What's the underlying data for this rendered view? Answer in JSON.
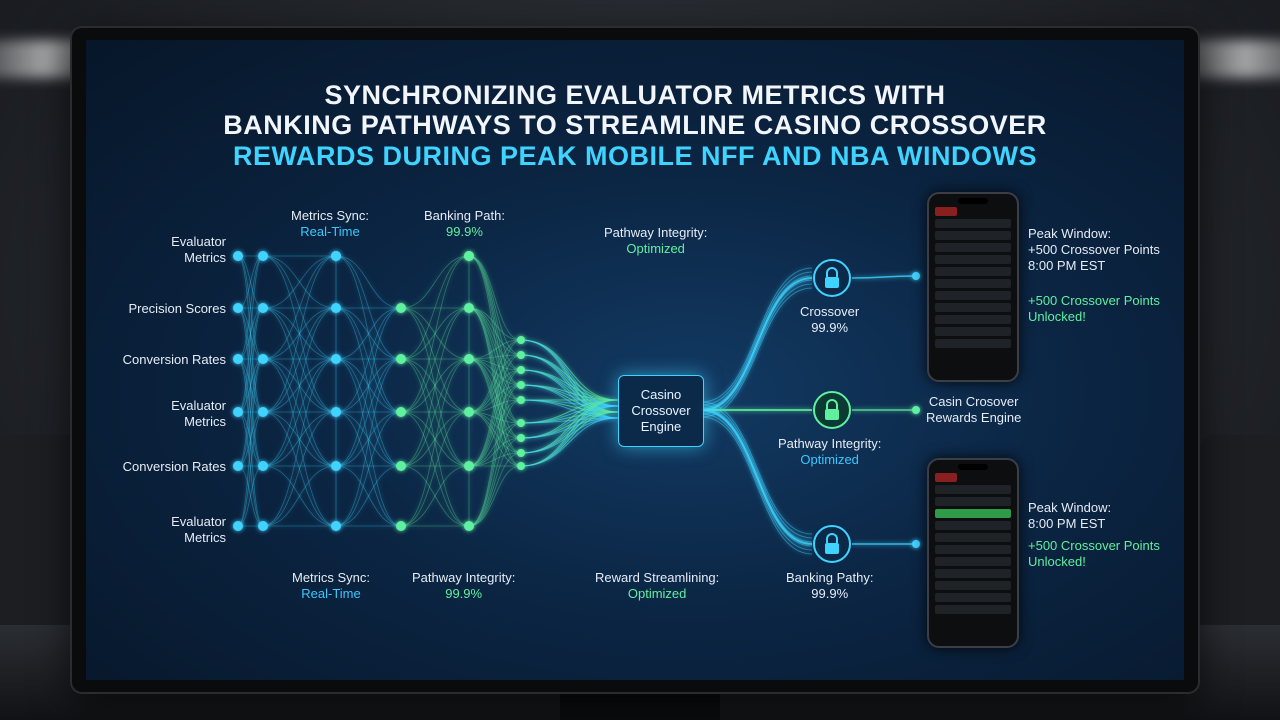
{
  "title": {
    "line1": "Synchronizing Evaluator Metrics with",
    "line2": "Banking Pathways to Streamline Casino Crossover",
    "line3": "Rewards During Peak Mobile NFF and NBA Windows"
  },
  "inputs": [
    {
      "label": "Evaluator\nMetrics"
    },
    {
      "label": "Precision Scores"
    },
    {
      "label": "Conversion Rates"
    },
    {
      "label": "Evaluator\nMetrics"
    },
    {
      "label": "Conversion Rates"
    },
    {
      "label": "Evaluator\nMetrics"
    }
  ],
  "top_labels": [
    {
      "name": "Metrics Sync:",
      "value": "Real-Time"
    },
    {
      "name": "Banking Path:",
      "value": "99.9%"
    },
    {
      "name": "Pathway Integrity:",
      "value": "Optimized"
    }
  ],
  "bottom_labels": [
    {
      "name": "Metrics Sync:",
      "value": "Real-Time"
    },
    {
      "name": "Pathway Integrity:",
      "value": "99.9%"
    },
    {
      "name": "Reward Streamlining:",
      "value": "Optimized"
    }
  ],
  "engine": {
    "label": "Casino\nCrossover\nEngine"
  },
  "locks": [
    {
      "name": "Crossover",
      "value": "99.9%"
    },
    {
      "name": "Pathway Integrity:",
      "value": "Optimized"
    },
    {
      "name": "Banking Pathy:",
      "value": "99.9%"
    }
  ],
  "rewards_engine": {
    "label": "Casin Crosover\nRewards Engine"
  },
  "peak_top": {
    "title": "Peak Window:",
    "line1": "+500 Crossover Points",
    "time": "8:00 PM EST",
    "unlocked1": "+500 Crossover Points",
    "unlocked2": "Unlocked!"
  },
  "peak_bottom": {
    "title": "Peak Window:",
    "time": "8:00 PM EST",
    "unlocked1": "+500 Crossover Points",
    "unlocked2": "Unlocked!"
  },
  "colors": {
    "cyan": "#3fd3ff",
    "green": "#5ff0a0",
    "title_accent": "#3fd3ff"
  },
  "icons": [
    "lock-icon",
    "smartphone-icon"
  ]
}
